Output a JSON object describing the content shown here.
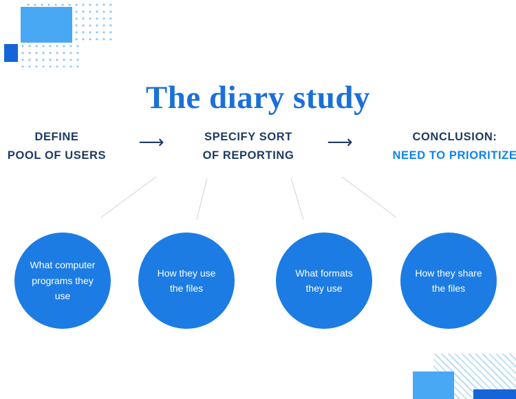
{
  "title": "The diary study",
  "steps": [
    {
      "line1": "DEFINE",
      "line2": "POOL OF USERS"
    },
    {
      "line1": "SPECIFY SORT",
      "line2": "OF REPORTING"
    },
    {
      "line1": "CONCLUSION:",
      "line2": "NEED TO PRIORITIZE"
    }
  ],
  "arrow_glyph": "⟶",
  "circles": [
    {
      "label": "What computer programs they use"
    },
    {
      "label": "How they use the files"
    },
    {
      "label": "What formats they use"
    },
    {
      "label": "How they share the files"
    }
  ],
  "colors": {
    "title_blue": "#1b70d8",
    "step_navy": "#1d3b63",
    "conclusion_accent": "#0b83ef",
    "circle_blue": "#1c7ce4",
    "circle_text": "#ffffff",
    "connector_gray": "#cdd3da",
    "decor_light_blue": "#49a8f3",
    "decor_dark_blue": "#1565d8",
    "decor_dot_blue": "#8ec8f6",
    "decor_stripe_blue": "#bcdef6",
    "background": "#ffffff"
  }
}
